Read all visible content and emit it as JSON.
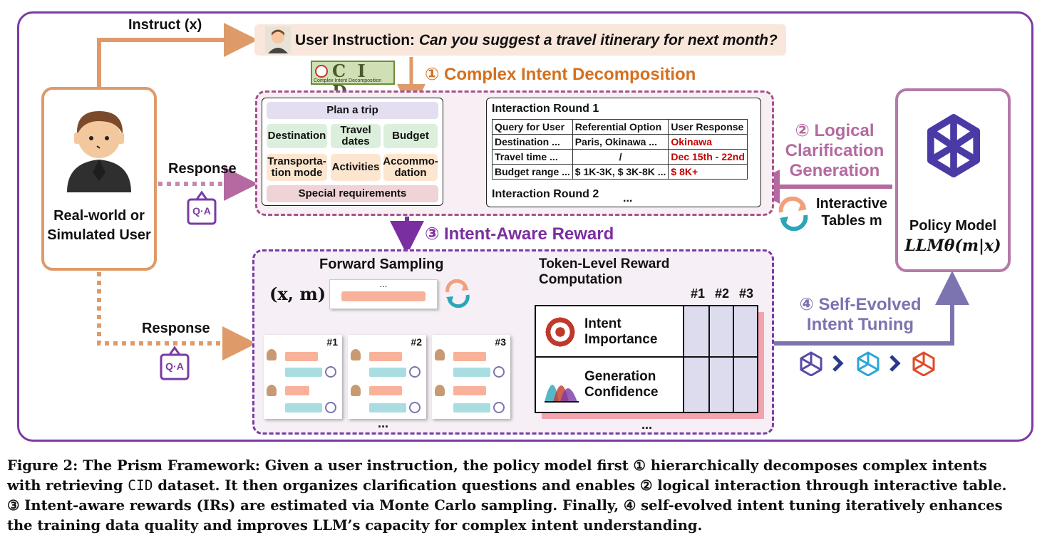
{
  "instruction": {
    "arrow_label": "Instruct (x)",
    "label": "User Instruction:",
    "text": "Can you suggest a travel itinerary for next month?"
  },
  "cid_logo": {
    "letters": "C I D",
    "subtitle": "Complex Intent Decomposition"
  },
  "stages": {
    "s1": "① Complex Intent Decomposition",
    "s2_lines": [
      "② Logical",
      "Clarification",
      "Generation"
    ],
    "s3": "③ Intent-Aware Reward",
    "s4_lines": [
      "④ Self-Evolved",
      "Intent Tuning"
    ]
  },
  "user": {
    "label_lines": [
      "Real-world or",
      "Simulated User"
    ],
    "response_label": "Response",
    "response_label_2": "Response",
    "qa_icon": "Q·A"
  },
  "tree": {
    "root": "Plan a trip",
    "row1": [
      "Destination",
      "Travel dates",
      "Budget"
    ],
    "row2": [
      "Transporta-tion mode",
      "Activities",
      "Accommo-dation"
    ],
    "footer": "Special requirements"
  },
  "interaction": {
    "round1": "Interaction Round 1",
    "round2": "Interaction Round 2",
    "ellipsis": "...",
    "headers": [
      "Query for User",
      "Referential Option",
      "User Response"
    ],
    "rows": [
      [
        "Destination ...",
        "Paris, Okinawa ...",
        "Okinawa"
      ],
      [
        "Travel time ...",
        "/",
        "Dec 15th - 22nd"
      ],
      [
        "Budget range ...",
        "$ 1K-3K, $ 3K-8K ...",
        "$ 8K+"
      ]
    ]
  },
  "interactive_tables": {
    "line1": "Interactive",
    "line2": "Tables m"
  },
  "policy": {
    "label": "Policy Model",
    "formula": "LLMθ(m|x)"
  },
  "forward_sampling": {
    "title": "Forward Sampling",
    "input": "(x, m)",
    "ellipsis": "...",
    "samples": [
      "#1",
      "#2",
      "#3"
    ],
    "more": "..."
  },
  "reward": {
    "title_lines": [
      "Token-Level Reward",
      "Computation"
    ],
    "columns": [
      "#1",
      "#2",
      "#3"
    ],
    "rows": [
      "Intent Importance",
      "Generation Confidence"
    ],
    "more": "..."
  },
  "caption": {
    "line1": "Figure 2: The Prism Framework: Given a user instruction, the policy model first ① hierarchically decomposes complex intents",
    "line2a": "with retrieving",
    "line2code": "CID",
    "line2b": "dataset. It then organizes clarification questions and enables ② logical interaction through interactive table.",
    "line3": "③ Intent-aware rewards (IRs) are estimated via Monte Carlo sampling. Finally, ④ self-evolved intent tuning iteratively enhances",
    "line4": "the training data quality and improves LLM’s capacity for complex intent understanding."
  },
  "colors": {
    "frame": "#7b3aa6",
    "orange": "#df9a6a",
    "stage1": "#d4701f",
    "stage2": "#b46aa0",
    "stage3": "#7a2fa0",
    "stage4": "#7b74b0",
    "tree_green": "#dcefdc",
    "tree_orange": "#fde6cf",
    "tree_pink": "#efd3d6",
    "tree_lavender": "#e3def0",
    "red": "#c00000"
  }
}
